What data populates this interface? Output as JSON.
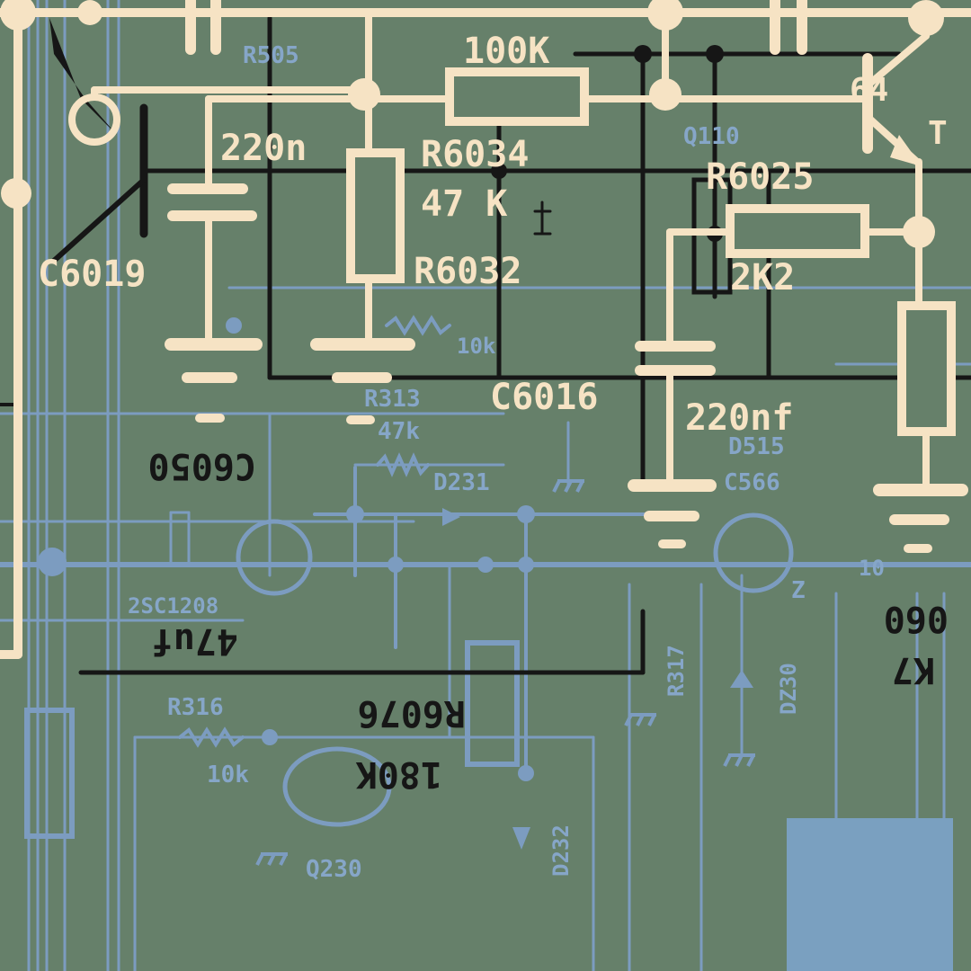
{
  "colors": {
    "background": "#66806a",
    "cream_wire": "#f6e3c4",
    "black_wire": "#161616",
    "blue_wire": "#7c9cc0",
    "blue_block": "#7aa0c0"
  },
  "labels": {
    "cream": {
      "r_100k": "100K",
      "c_220n_left": "220n",
      "r6034": "R6034",
      "r_47k": "47 K",
      "r6025": "R6025",
      "c6019": "C6019",
      "r6032": "R6032",
      "r_2k2": "2K2",
      "c6016": "C6016",
      "c_220nf": "220nf",
      "q_64": "64",
      "t_mark": "T"
    },
    "black": {
      "c6050": "C6050",
      "c_47uf": "47uf",
      "r6076": "R6076",
      "r_180k": "180K",
      "k7_060": "060",
      "k7": "K7"
    },
    "blue": {
      "r505": "R505",
      "q110": "Q110",
      "r313": "R313",
      "r_47k_small": "47k",
      "d231": "D231",
      "d515": "D515",
      "c566": "C566",
      "r316": "R316",
      "r_10k": "10k",
      "q230": "Q230",
      "d232": "D232",
      "r_10k_mid": "10k",
      "q_2sc1208": "2SC1208",
      "r317": "R317",
      "dz30": "DZ30",
      "z_mark": "Z",
      "r_10": "10"
    }
  }
}
